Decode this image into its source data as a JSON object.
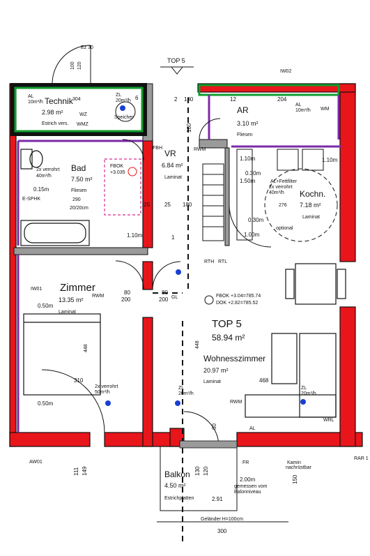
{
  "plan": {
    "unit_label": "TOP 5",
    "top_marker": "TOP 5",
    "door_code": "Ez 30",
    "stair_nums": [
      "100",
      "120"
    ],
    "rooms": {
      "technik": {
        "name": "Technik",
        "area": "2.98 m²",
        "floor": "Estrich vers.",
        "num": "304",
        "speicher": "Speicher"
      },
      "vr": {
        "name": "VR",
        "area": "6.84 m²",
        "floor": "Laminat"
      },
      "ar": {
        "name": "AR",
        "area": "3.10 m²",
        "floor": "Fliesen"
      },
      "bad": {
        "name": "Bad",
        "area": "7.50 m²",
        "floor": "Fliesen",
        "num": "290",
        "tile": "20/20cm"
      },
      "kochn": {
        "name": "Kochn.",
        "area": "7.18 m²",
        "floor": "Laminat",
        "num": "276"
      },
      "zimmer": {
        "name": "Zimmer",
        "area": "13.35 m²",
        "floor": "Laminat",
        "num": "448"
      },
      "top": {
        "name": "TOP 5",
        "area": "58.94 m²"
      },
      "wohn": {
        "name": "Wohnesszimmer",
        "area": "20.97 m²",
        "floor": "Laminat",
        "num": "448"
      },
      "balkon": {
        "name": "Balkon",
        "area": "4.50 m²",
        "floor": "Estrichplatten"
      }
    },
    "fbok": {
      "bad": "FBOK",
      "bad_val": "+3.035",
      "main_1": "FBOK +3.04=785.74",
      "main_2": "DOK   +2.82=785.52"
    },
    "labels": {
      "rwm": "RWM",
      "verrohrt_bad": "2x verrohrt",
      "bad_rate": "40m³/h",
      "sphk": "E-SPHK",
      "al_kochn": "AL+Fettfilter",
      "kochn_verrohrt": "2x verrohrt",
      "kochn_rate": "40m³/h",
      "optional": "optional",
      "al": "AL",
      "al_rate": "10m³/h",
      "zl": "ZL",
      "zl_rate": "20m³/h",
      "zimmer_verrohrt": "2x verrohrt",
      "zimmer_rate": "50m³/h",
      "rth": "RTH",
      "rtl": "RTL",
      "gl": "GL",
      "iw01": "IW01",
      "iw02": "IW02",
      "aw01": "AW01",
      "fr": "FR",
      "balkon_note_1": "gemessen vom",
      "balkon_note_2": "Balonniveau",
      "gelaender": "Geländer H=100cm",
      "kamin_1": "Kamin",
      "kamin_2": "nachrüstbar",
      "rar": "RAR 1",
      "fbh": "FBH",
      "wz": "WZ",
      "wmz": "WMZ",
      "wm": "WM",
      "wrl": "WRL"
    },
    "dims": {
      "d180a": "180",
      "d180b": "180",
      "d180c": "180",
      "d80a": "80",
      "d200a": "200",
      "d80b": "80",
      "d200b": "200",
      "d310": "310",
      "d468": "468",
      "d204": "204",
      "d25a": "25",
      "d25b": "25",
      "d300": "300",
      "d111": "111",
      "d149": "149",
      "d150": "150",
      "d291": "2.91",
      "d200m": "2.00m",
      "d110a": "1.10m",
      "d110b": "1.10m",
      "d150m": "1.50m",
      "d050a": "0.50m",
      "d050b": "0.50m",
      "d030a": "0.30m",
      "d030b": "0.30m",
      "d015": "0.15m",
      "d100": "1.00m",
      "d110c": "1.10m",
      "d120": "120",
      "d130": "130",
      "d60": "60",
      "d12": "12",
      "d6": "6",
      "d1": "1",
      "d2": "2"
    }
  }
}
